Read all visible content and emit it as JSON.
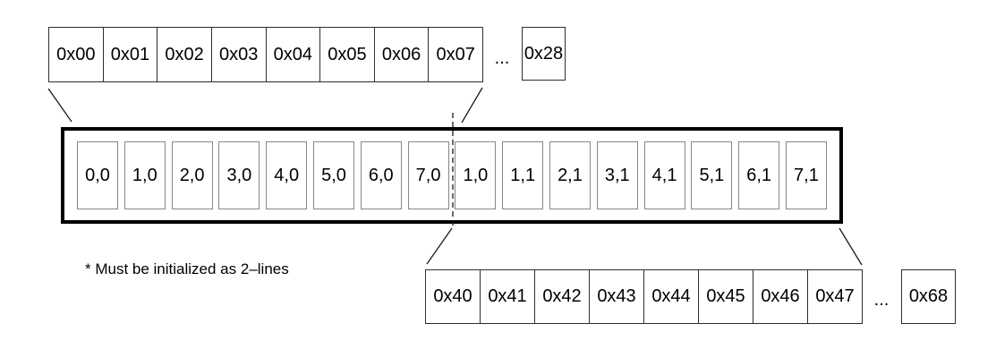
{
  "memory_row_top": {
    "cells": [
      "0x00",
      "0x01",
      "0x02",
      "0x03",
      "0x04",
      "0x05",
      "0x06",
      "0x07"
    ],
    "ellipsis": "...",
    "tail_cell": "0x28"
  },
  "cache_line": {
    "cells": [
      "0,0",
      "1,0",
      "2,0",
      "3,0",
      "4,0",
      "5,0",
      "6,0",
      "7,0",
      "1,0",
      "1,1",
      "2,1",
      "3,1",
      "4,1",
      "5,1",
      "6,1",
      "7,1"
    ]
  },
  "memory_row_bottom": {
    "cells": [
      "0x40",
      "0x41",
      "0x42",
      "0x43",
      "0x44",
      "0x45",
      "0x46",
      "0x47"
    ],
    "ellipsis": "...",
    "tail_cell": "0x68"
  },
  "note": "* Must be initialized as 2–lines",
  "colors": {
    "background": "#ffffff",
    "cell_border": "#2e2e2e",
    "cache_cell_border": "#878787",
    "container_border": "#000000",
    "connector_line": "#1a1a1a",
    "text": "#000000"
  }
}
